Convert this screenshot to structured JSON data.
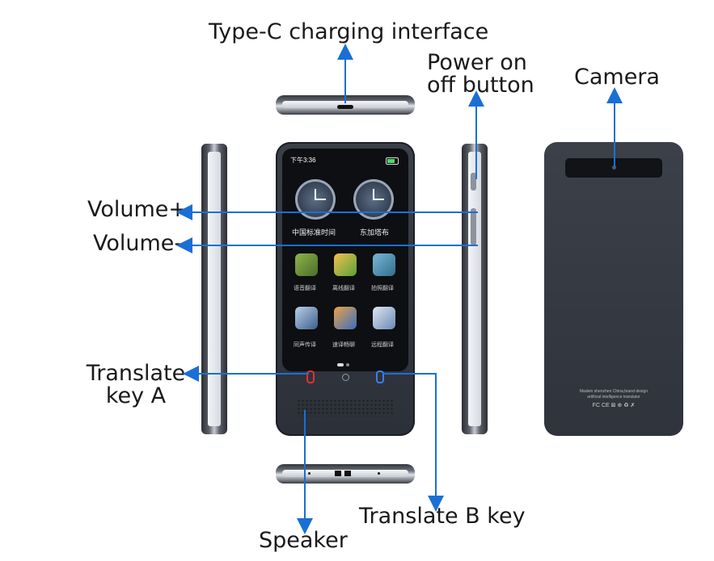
{
  "labels": {
    "typec": "Type-C charging interface",
    "power_line1": "Power on",
    "power_line2": "off button",
    "camera": "Camera",
    "volume_plus": "Volume+",
    "volume_minus": "Volume-",
    "translate_a_line1": "Translate",
    "translate_a_line2": "key A",
    "translate_b": "Translate B key",
    "speaker": "Speaker"
  },
  "screen": {
    "time": "下午3:36",
    "clocks": [
      "中国标准时间",
      "东加塔布"
    ],
    "apps": [
      "语音翻译",
      "离线翻译",
      "拍照翻译",
      "同声传译",
      "速译畅聊",
      "远程翻译"
    ]
  },
  "back": {
    "line1": "Madein shenzhen China,brand design",
    "line2": "artificial intelligence translator",
    "marks": "FC CE ⊠ ⊕ ♻ ✗"
  },
  "colors": {
    "arrow": "#1a6fd6",
    "body": "#2f333b"
  }
}
